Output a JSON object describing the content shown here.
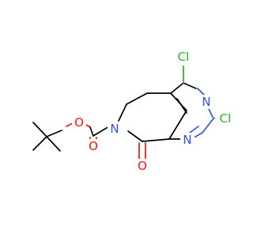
{
  "molecule": {
    "atoms": {
      "cl_top": "Cl",
      "cl_right": "Cl",
      "n_upper": "N",
      "n_lower": "N",
      "n_ring": "N",
      "o_ester": "O",
      "o_carbonyl_ester": "O",
      "o_carbonyl_lactam": "O"
    },
    "colors": {
      "carbon_bond": "#000000",
      "oxygen": "#ff0d0d",
      "nitrogen": "#3050f8",
      "chlorine": "#1fba1f"
    }
  }
}
